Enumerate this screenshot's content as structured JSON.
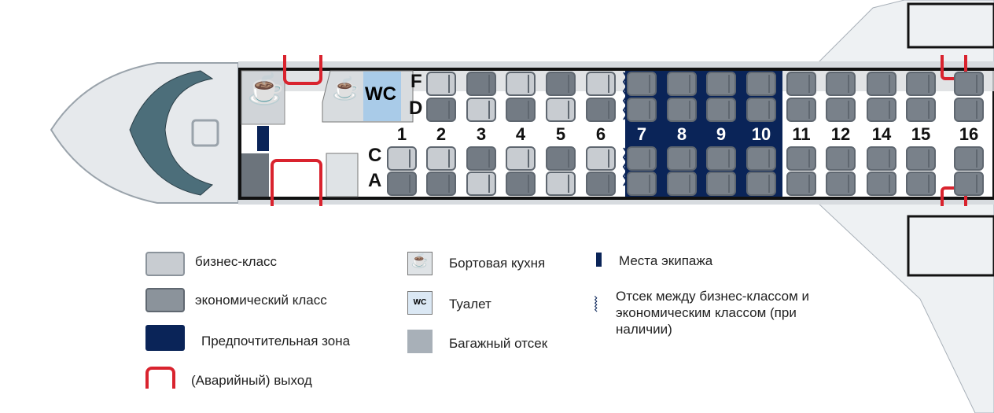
{
  "cabin": {
    "wc_label": "WC",
    "seat_letters_upper": [
      "F",
      "D"
    ],
    "seat_letters_lower": [
      "C",
      "A"
    ],
    "rows": [
      "1",
      "2",
      "3",
      "4",
      "5",
      "6",
      "7",
      "8",
      "9",
      "10",
      "11",
      "12",
      "14",
      "15",
      "16"
    ],
    "business_rows": [
      "1",
      "2",
      "3",
      "4",
      "5",
      "6"
    ],
    "preferred_rows": [
      "7",
      "8",
      "9",
      "10"
    ]
  },
  "legend": {
    "business": "бизнес-класс",
    "economy": "экономический класс",
    "preferred": "Предпочтительная зона",
    "exit": "(Аварийный) выход",
    "galley": "Бортовая кухня",
    "toilet": "Туалет",
    "toilet_icon": "WC",
    "baggage": "Багажный отсек",
    "crew": "Места экипажа",
    "divider": "Отсек между бизнес-классом и экономическим классом (при наличии)"
  },
  "colors": {
    "preferred": "#0a2458",
    "exit": "#d9232e",
    "wc": "#a9cbe8",
    "business_light": "#c8ccd1",
    "economy": "#79818a"
  }
}
